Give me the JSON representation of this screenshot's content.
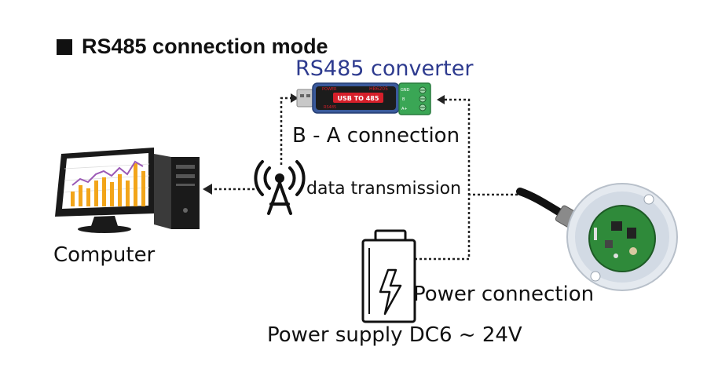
{
  "title": "RS485 connection mode",
  "converter": {
    "title": "RS485 converter",
    "device_text_main": "USB TO 485",
    "device_text_model": "HB6205",
    "device_text_power": "POWER",
    "device_text_rs": "RS485",
    "terminal_labels": [
      "GND",
      "B",
      "A+"
    ]
  },
  "labels": {
    "ba_connection": "B - A connection",
    "data_transmission": "data transmission",
    "power_connection": "Power connection",
    "power_supply": "Power supply DC6 ~ 24V",
    "computer": "Computer"
  },
  "colors": {
    "converter_title": "#2e3b8f",
    "converter_body": "#3a5a9c",
    "converter_label": "#d61f2a",
    "terminal_green": "#3aa655",
    "chart_orange": "#f2a51a",
    "chart_purple": "#9b59b6"
  },
  "icons": [
    "title-square-icon",
    "computer-icon",
    "antenna-icon",
    "battery-icon",
    "lightning-icon",
    "sensor-icon",
    "usb-converter-icon"
  ]
}
